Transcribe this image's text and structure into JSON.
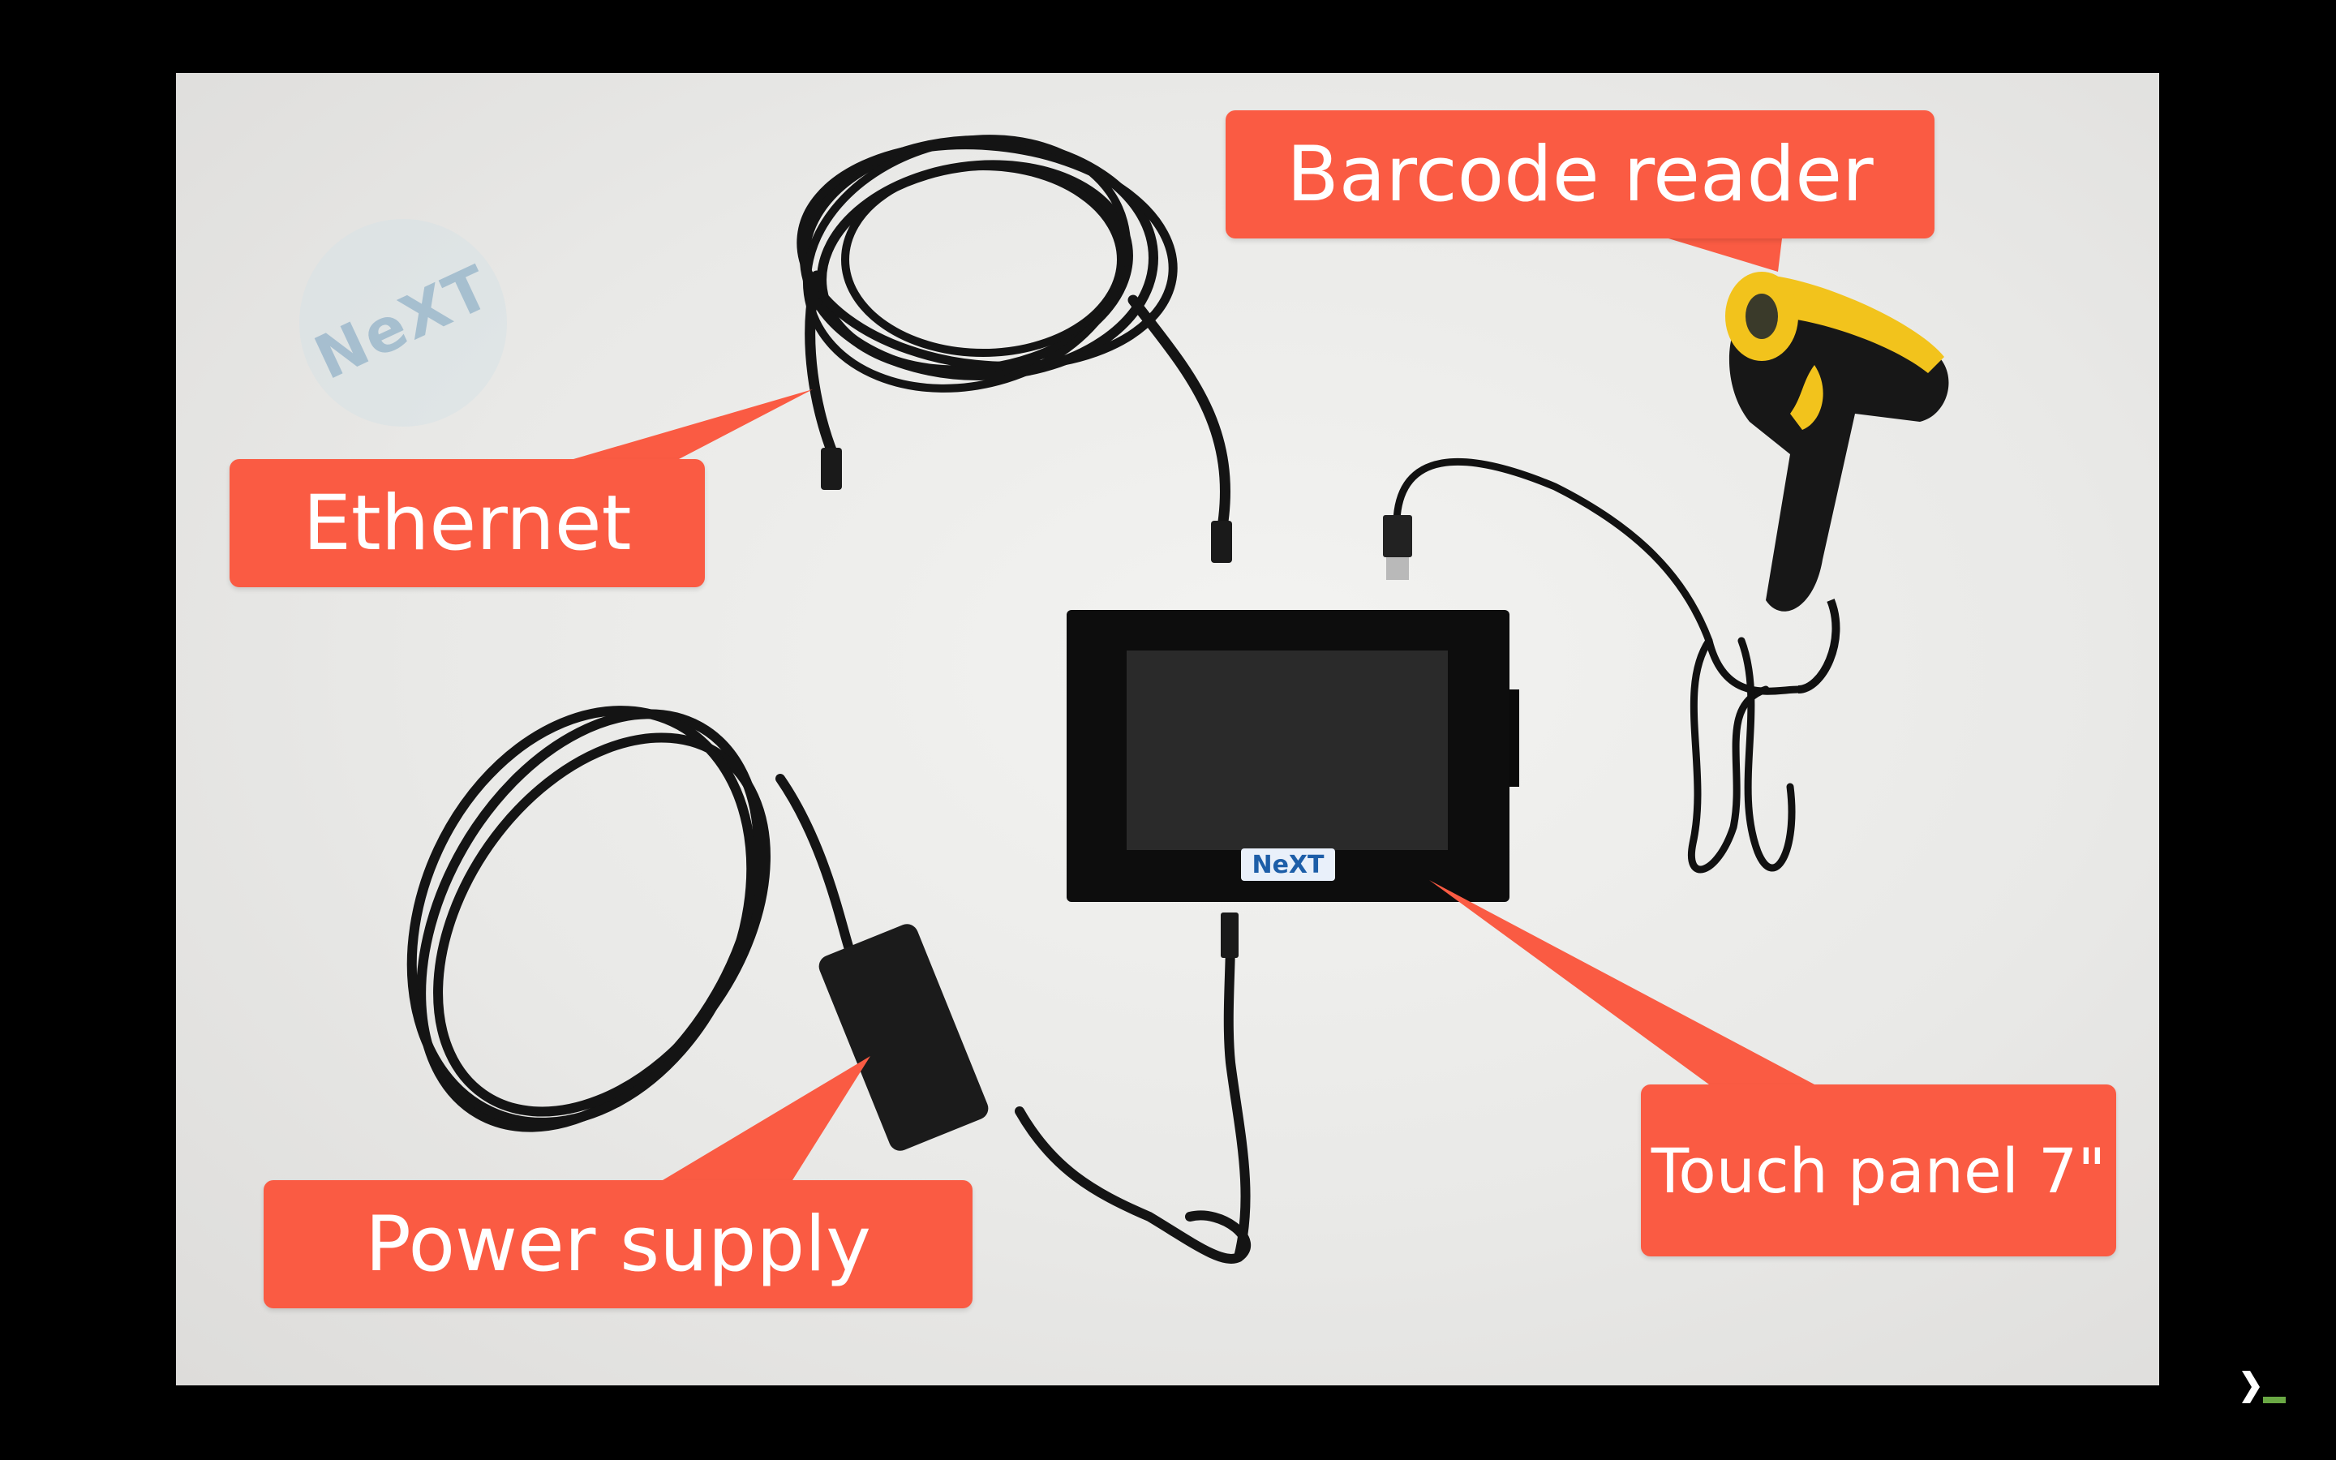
{
  "labels": {
    "barcode_reader": "Barcode reader",
    "ethernet": "Ethernet",
    "power_supply": "Power supply",
    "touch_panel": "Touch panel 7\""
  },
  "watermark_logo": "NeXT",
  "device_logo": "NeXT",
  "icons": {
    "watermark": "next-logo-watermark",
    "corner": "prompt-chevron-icon"
  },
  "colors": {
    "callout_fill": "#fa5b43",
    "callout_text": "#ffffff",
    "backdrop": "#eaeae8",
    "frame": "#000000",
    "scanner_yellow": "#f2c31c"
  }
}
